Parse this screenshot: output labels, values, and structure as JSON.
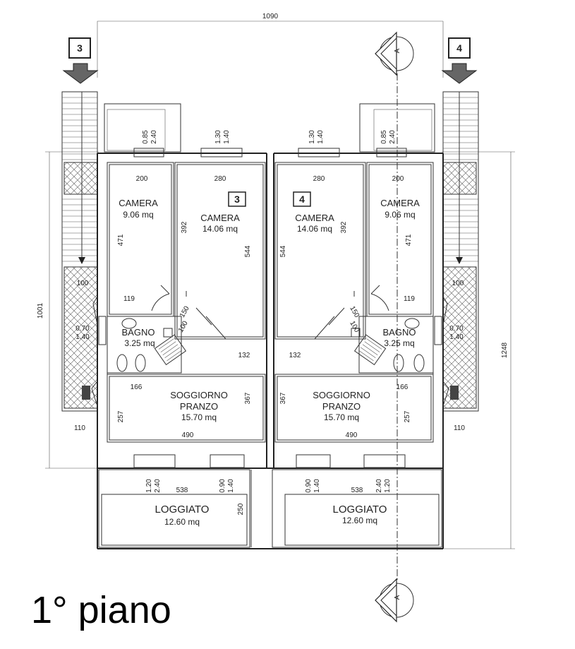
{
  "overall_width": "1090",
  "overall_depth_left": "1001",
  "overall_depth_right": "1248",
  "stair_tags": [
    "3",
    "4"
  ],
  "section_mark_letter": "A",
  "unit_left": {
    "tag": "3",
    "camera_small": {
      "name": "CAMERA",
      "area": "9.06 mq",
      "w": "200",
      "h": "471",
      "win_a": "0.85",
      "win_b": "2.40",
      "door": "119"
    },
    "camera_large": {
      "name": "CAMERA",
      "area": "14.06 mq",
      "w": "280",
      "h1": "392",
      "h2": "544",
      "win_a": "1.30",
      "win_b": "1.40"
    },
    "bagno": {
      "name": "BAGNO",
      "area": "3.25 mq",
      "win_a": "0.70",
      "win_b": "1.40",
      "d1": "150",
      "d2": "100"
    },
    "soggiorno": {
      "name1": "SOGGIORNO",
      "name2": "PRANZO",
      "area": "15.70 mq",
      "w": "490",
      "d1": "166",
      "d2": "257",
      "d3": "367",
      "d4": "132"
    },
    "stair_dims": [
      "100",
      "110"
    ],
    "loggiato": {
      "name": "LOGGIATO",
      "area": "12.60 mq",
      "w": "538",
      "d": "250",
      "win1_a": "1.20",
      "win1_b": "2.40",
      "win2_a": "0.90",
      "win2_b": "1.40"
    }
  },
  "unit_right": {
    "tag": "4",
    "camera_small": {
      "name": "CAMERA",
      "area": "9.06 mq",
      "w": "200",
      "h": "471",
      "win_a": "0.85",
      "win_b": "2.40",
      "door": "119"
    },
    "camera_large": {
      "name": "CAMERA",
      "area": "14.06 mq",
      "w": "280",
      "h1": "392",
      "h2": "544",
      "win_a": "1.30",
      "win_b": "1.40"
    },
    "bagno": {
      "name": "BAGNO",
      "area": "3.25 mq",
      "win_a": "0.70",
      "win_b": "1.40",
      "d1": "150",
      "d2": "100"
    },
    "soggiorno": {
      "name1": "SOGGIORNO",
      "name2": "PRANZO",
      "area": "15.70 mq",
      "w": "490",
      "d1": "166",
      "d2": "257",
      "d3": "367",
      "d4": "132"
    },
    "stair_dims": [
      "100",
      "110"
    ],
    "loggiato": {
      "name": "LOGGIATO",
      "area": "12.60 mq",
      "w": "538",
      "win1_a": "0.90",
      "win1_b": "1.40",
      "win2_a": "2.40",
      "win2_b": "1.20"
    }
  },
  "floor_title": "1° piano"
}
